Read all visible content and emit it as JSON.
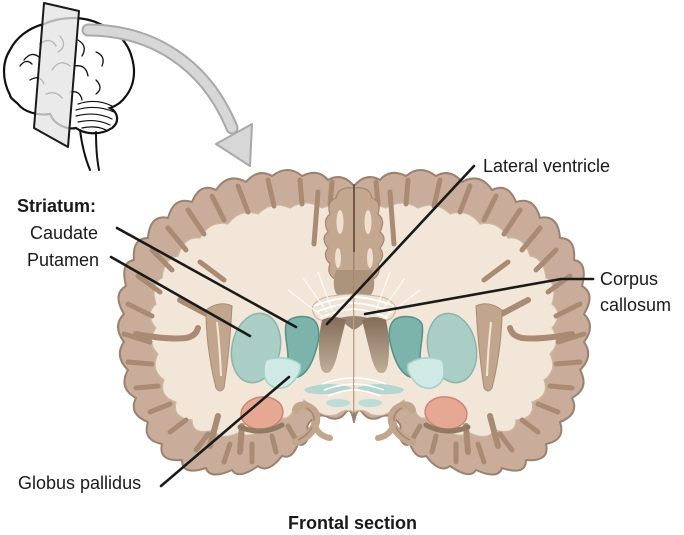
{
  "figure": {
    "caption": "Frontal section",
    "labels": {
      "striatum_heading": "Striatum:",
      "caudate": "Caudate",
      "putamen": "Putamen",
      "lateral_ventricle": "Lateral ventricle",
      "corpus_callosum": "Corpus callosum",
      "globus_pallidus": "Globus pallidus"
    },
    "colors": {
      "cortex_tan": "#c9ad9a",
      "sulcus_shadow": "#a98b74",
      "white_matter_cream": "#f2e6d9",
      "caudate_teal": "#7cb3ab",
      "putamen_bluegray": "#aacec6",
      "globus_pallidus_cyan": "#cfe9e4",
      "thalamus_band_teal": "#b4d6d0",
      "amygdala_pink": "#e7a893",
      "ventricle_dark": "#826c57",
      "arrow_gray": "#d7d7d7",
      "line_black": "#1a1a1a"
    }
  }
}
